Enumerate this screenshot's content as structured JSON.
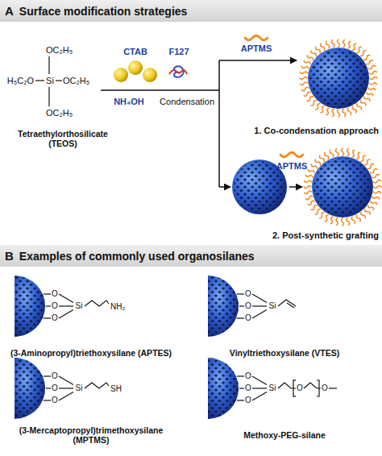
{
  "diagram": {
    "nodes": [
      {
        "text": [
          "A",
          "Surface modification strategies"
        ]
      },
      {
        "text": [
          "B",
          "Examples of commonly used organosilanes"
        ]
      }
    ],
    "labels": [
      "OC₂H₅",
      "H₅C₂O",
      "Si",
      "OC₂H₅",
      "OC₂H₅",
      "Tetraethylorthosilicate (TEOS)",
      "CTAB",
      "F127",
      "NH₄OH",
      "Condensation",
      "APTMS",
      "1. Co-condensation approach",
      "APTMS",
      "2. Post-synthetic grafting",
      "O",
      "O",
      "O",
      "Si",
      "NH₂",
      "(3-Aminopropyl)triethoxysilane (APTES)",
      "O",
      "O",
      "O",
      "Si",
      "Vinyltriethoxysilane (VTES)",
      "O",
      "O",
      "O",
      "Si",
      "SH",
      "(3-Mercaptopropyl)trimethoxysilane (MPTMS)",
      "O",
      "O",
      "O",
      "Si",
      "O",
      "O",
      "Methoxy-PEG-silane"
    ]
  }
}
